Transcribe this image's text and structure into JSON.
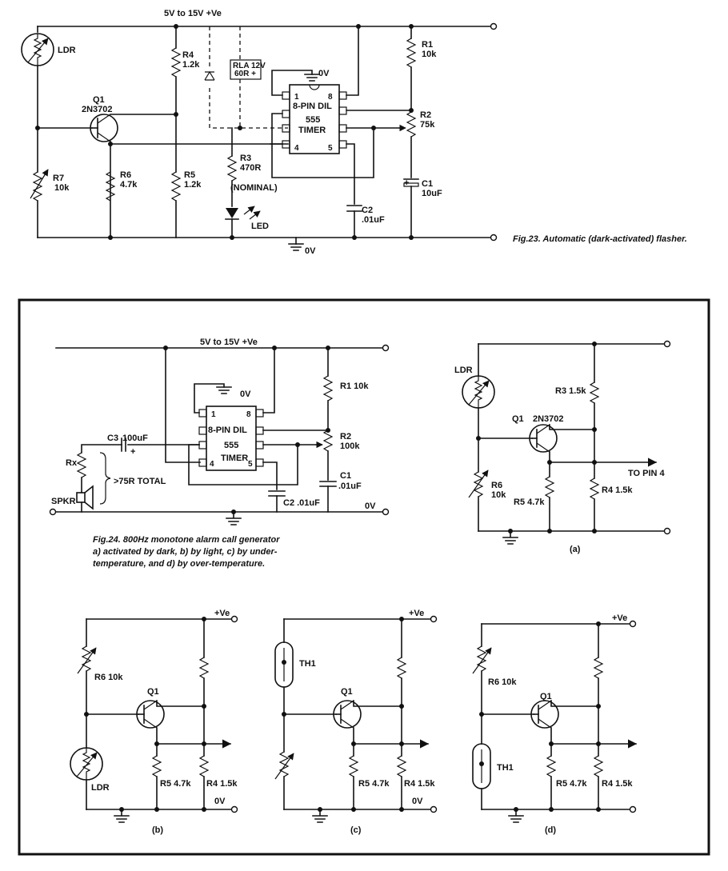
{
  "fig23": {
    "supply": "5V to 15V +Ve",
    "gnd": "0V",
    "ldr": "LDR",
    "q1": "Q1",
    "q1_type": "2N3702",
    "r4": "R4",
    "r4_val": "1.2k",
    "r5": "R5",
    "r5_val": "1.2k",
    "r6": "R6",
    "r6_val": "4.7k",
    "r7": "R7",
    "r7_val": "10k",
    "r3": "R3",
    "r3_val": "470R",
    "nominal": "(NOMINAL)",
    "led": "LED",
    "relay_line1": "RLA 12V",
    "relay_line2": "60R +",
    "r1": "R1",
    "r1_val": "10k",
    "r2": "R2",
    "r2_val": "75k",
    "c1": "C1",
    "c1_val": "10uF",
    "c2": "C2",
    "c2_val": ".01uF",
    "plus": "+",
    "chip_pkg": "8-PIN DIL",
    "chip_555": "555",
    "chip_timer": "TIMER",
    "chip_gnd": "0V",
    "pins": [
      "1",
      "8",
      "4",
      "5"
    ],
    "caption": "Fig.23. Automatic (dark-activated) flasher."
  },
  "fig24": {
    "supply": "5V to 15V +Ve",
    "gnd": "0V",
    "chip_gnd": "0V",
    "r1": "R1 10k",
    "r2": "R2",
    "r2_val": "100k",
    "c1": "C1",
    "c1_val": ".01uF",
    "c2": "C2 .01uF",
    "c3": "C3",
    "c3_val": "100uF",
    "plus": "+",
    "rx": "Rx",
    "spkr": "SPKR",
    "total": ">75R TOTAL",
    "chip_pkg": "8-PIN DIL",
    "chip_555": "555",
    "chip_timer": "TIMER",
    "pins": [
      "1",
      "8",
      "4",
      "5"
    ],
    "caption_line1": "Fig.24. 800Hz monotone alarm call generator",
    "caption_line2": "a) activated by dark, b) by light, c) by under-",
    "caption_line3": "temperature, and d) by over-temperature."
  },
  "sub_a": {
    "ldr": "LDR",
    "r3": "R3 1.5k",
    "q1": "Q1",
    "q1_type": "2N3702",
    "to_pin": "TO PIN 4",
    "r6": "R6",
    "r6_val": "10k",
    "r5": "R5 4.7k",
    "r4": "R4 1.5k",
    "tag": "(a)"
  },
  "sub_b": {
    "supply": "+Ve",
    "r6": "R6 10k",
    "q1": "Q1",
    "ldr": "LDR",
    "r5": "R5 4.7k",
    "r4": "R4 1.5k",
    "gnd": "0V",
    "tag": "(b)"
  },
  "sub_c": {
    "supply": "+Ve",
    "th1": "TH1",
    "q1": "Q1",
    "r5": "R5 4.7k",
    "r4": "R4 1.5k",
    "gnd": "0V",
    "tag": "(c)"
  },
  "sub_d": {
    "supply": "+Ve",
    "r6": "R6 10k",
    "q1": "Q1",
    "th1": "TH1",
    "r5": "R5 4.7k",
    "r4": "R4 1.5k",
    "tag": "(d)"
  }
}
